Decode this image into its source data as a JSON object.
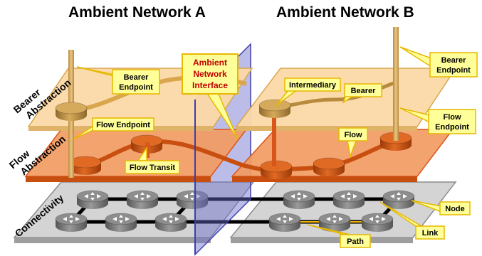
{
  "titles": {
    "network_a": "Ambient Network A",
    "network_b": "Ambient Network B"
  },
  "layers": {
    "bearer": [
      "Bearer",
      "Abstraction"
    ],
    "flow": [
      "Flow",
      "Abstraction"
    ],
    "connectivity": "Connectivity"
  },
  "interface_label": [
    "Ambient",
    "Network",
    "Interface"
  ],
  "callouts": {
    "bearer_endpoint_a": [
      "Bearer",
      "Endpoint"
    ],
    "flow_endpoint_a": "Flow Endpoint",
    "flow_transit": "Flow Transit",
    "intermediary": "Intermediary",
    "bearer_b": "Bearer",
    "bearer_endpoint_b": [
      "Bearer",
      "Endpoint"
    ],
    "flow_endpoint_b": [
      "Flow",
      "Endpoint"
    ],
    "flow_b": "Flow",
    "node": "Node",
    "link": "Link",
    "path": "Path"
  },
  "colors": {
    "bearer_plane": "#fbd9a6",
    "bearer_edge": "#d9a64d",
    "bearer_cyl": "#b88a3c",
    "flow_plane": "#f39a60",
    "flow_edge": "#d9561a",
    "flow_cyl": "#c84f10",
    "conn_plane": "#cfcfcf",
    "conn_edge": "#8c8c8c",
    "node": "#7a7a7a",
    "callout_fill": "#ffff99",
    "callout_border": "#e6b800",
    "interface_plane": "#6a6acf",
    "interface_text": "#c00000"
  }
}
